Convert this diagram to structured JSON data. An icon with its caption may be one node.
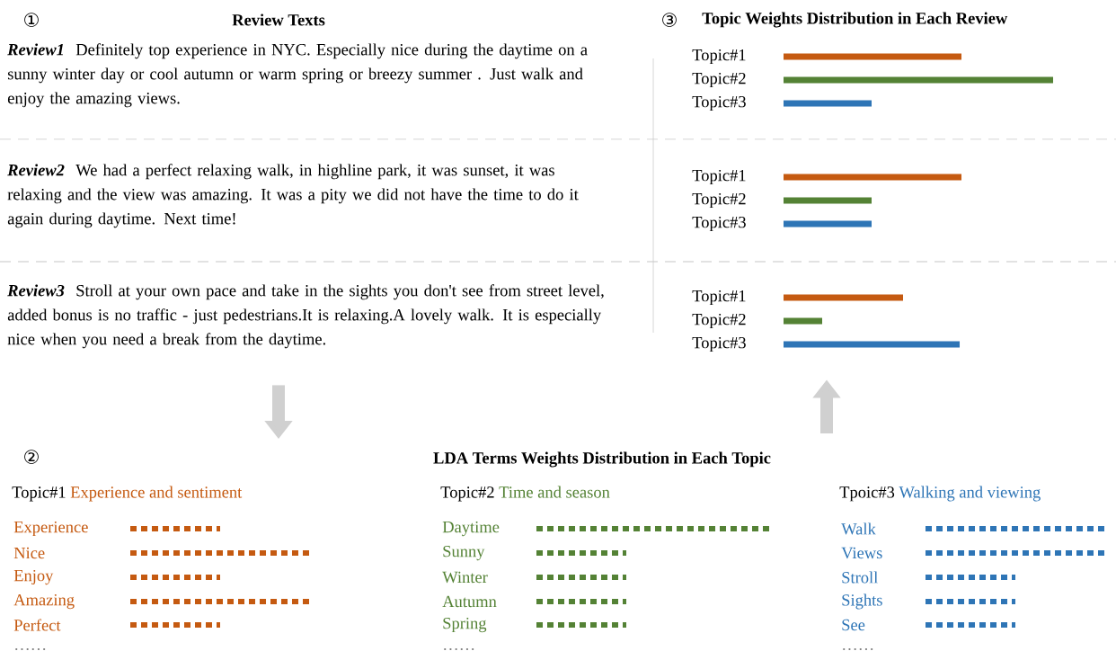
{
  "diagram": {
    "nodes": [
      {
        "text": [
          "①",
          "Review Texts",
          "Review1",
          "Definitely top experience in NYC. Especially nice during the daytime on a sunny winter day or cool autumn or warm spring or breezy summer . Just walk and enjoy the amazing views.",
          "Review2",
          "We had a perfect relaxing walk, in highline park, it was sunset, it was relaxing and the view was amazing. It was a pity we did not have the time to do it again during daytime. Next time!",
          "Review3",
          "Stroll at your own pace and take in the sights you don't see from street level, added bonus is no traffic - just pedestrians.It is relaxing.A lovely walk. It is especially nice when you need a break from the daytime."
        ]
      },
      {
        "text": [
          "③",
          "Topic Weights Distribution in Each Review",
          "Topic#1",
          "Topic#2",
          "Topic#3",
          "Topic#1",
          "Topic#2",
          "Topic#3",
          "Topic#1",
          "Topic#2",
          "Topic#3"
        ]
      },
      {
        "text": [
          "②",
          "LDA Terms Weights Distribution in Each Topic",
          "Topic#1",
          "Experience and sentiment",
          "Experience",
          "Nice",
          "Enjoy",
          "Amazing",
          "Perfect",
          "……",
          "Topic#2",
          "Time and season",
          "Daytime",
          "Sunny",
          "Winter",
          "Autumn",
          "Spring",
          "……",
          "Tpoic#3",
          "Walking and viewing",
          "Walk",
          "Views",
          "Stroll",
          "Sights",
          "See",
          "……"
        ]
      }
    ],
    "edges": [
      {
        "from": 0,
        "to": 2,
        "arrow": "to"
      },
      {
        "from": 2,
        "to": 1,
        "arrow": "to"
      }
    ]
  }
}
